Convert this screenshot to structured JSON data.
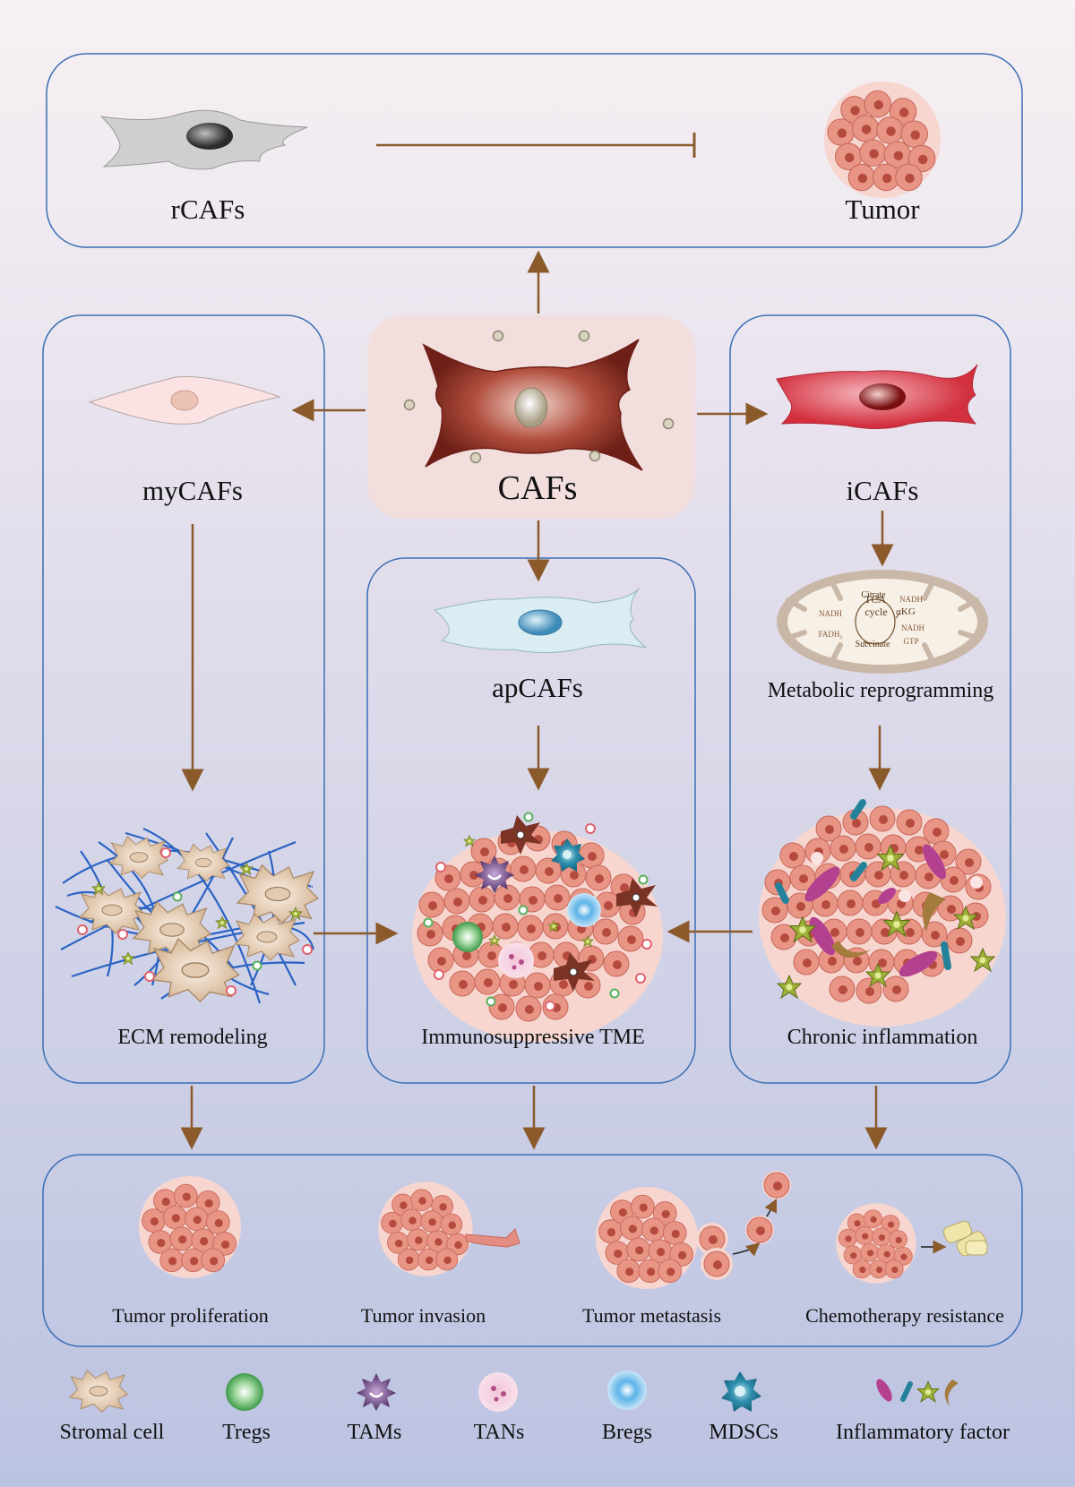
{
  "top": {
    "left_label": "rCAFs",
    "right_label": "Tumor"
  },
  "center": {
    "label": "CAFs"
  },
  "left_panel": {
    "cell_label": "myCAFs",
    "outcome_label": "ECM remodeling"
  },
  "middle_panel": {
    "cell_label": "apCAFs",
    "outcome_label": "Immunosuppressive TME"
  },
  "right_panel": {
    "cell_label": "iCAFs",
    "step_label": "Metabolic reprogramming",
    "outcome_label": "Chronic inflammation",
    "tca": {
      "center": "TCA",
      "center2": "cycle",
      "citrate": "Citrate",
      "akg": "αKG",
      "succinate": "Succinate",
      "nadh1": "NADH",
      "nadh2": "NADH",
      "nadh3": "NADH",
      "fadh2": "FADH₂",
      "gtp": "GTP"
    }
  },
  "outcomes": [
    "Tumor proliferation",
    "Tumor invasion",
    "Tumor metastasis",
    "Chemotherapy resistance"
  ],
  "legend": [
    "Stromal cell",
    "Tregs",
    "TAMs",
    "TANs",
    "Bregs",
    "MDSCs",
    "Inflammatory factor"
  ],
  "colors": {
    "arrow": "#8b5a2b",
    "panel_border": "#3b6fb5",
    "caf_box": "#f3dede",
    "tumor_cell": "#e8968a",
    "fiber": "#2a63c4"
  }
}
